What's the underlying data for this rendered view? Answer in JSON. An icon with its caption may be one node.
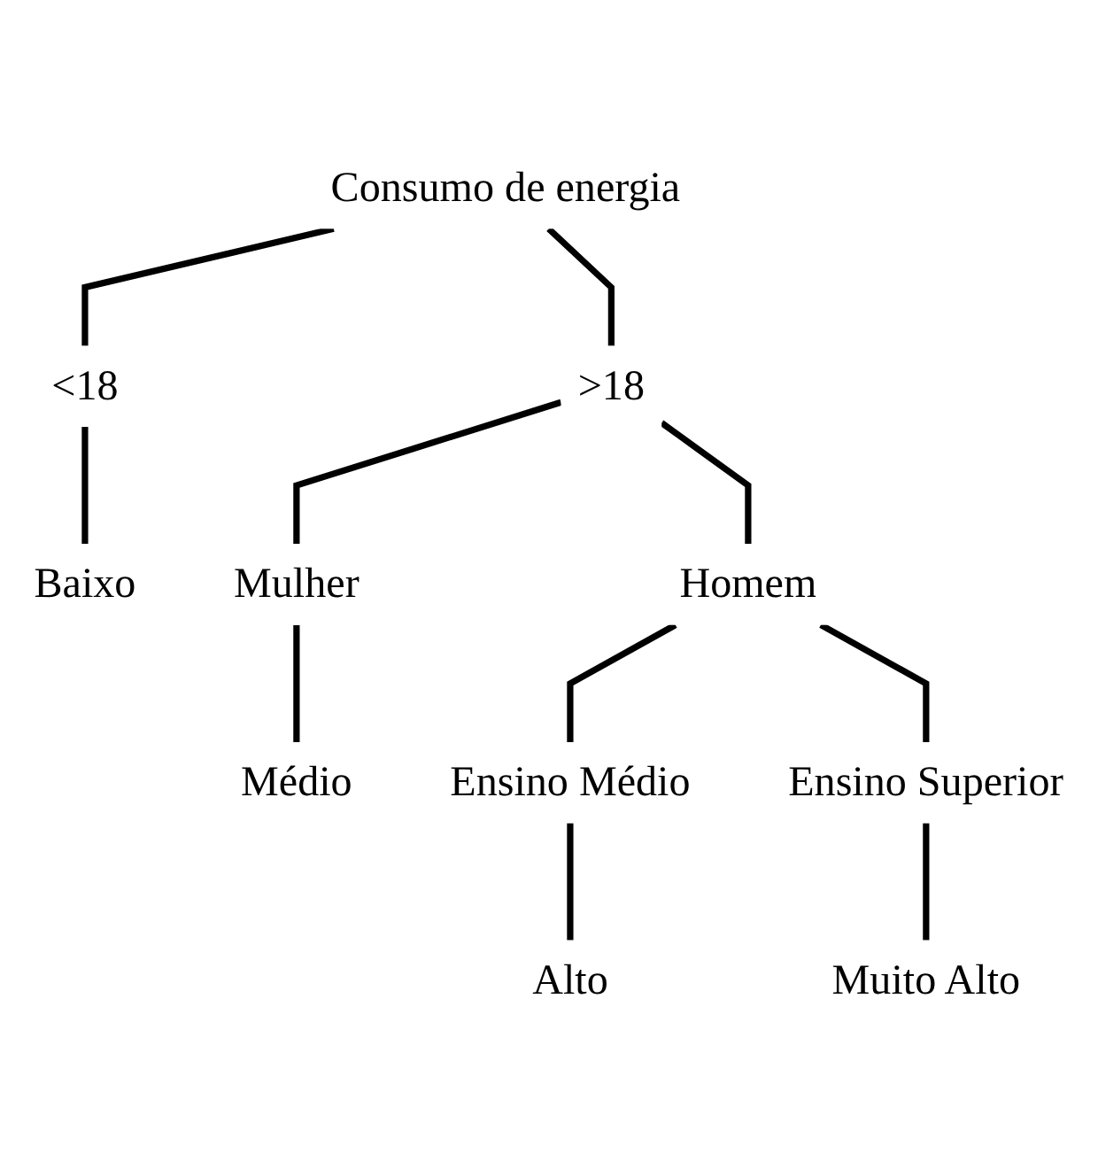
{
  "diagram": {
    "nodes": [
      {
        "text": [
          "Consumo de energia"
        ]
      },
      {
        "text": [
          "<18"
        ]
      },
      {
        "text": [
          ">18"
        ]
      },
      {
        "text": [
          "Baixo"
        ]
      },
      {
        "text": [
          "Mulher"
        ]
      },
      {
        "text": [
          "Homem"
        ]
      },
      {
        "text": [
          "Médio"
        ]
      },
      {
        "text": [
          "Ensino Médio"
        ]
      },
      {
        "text": [
          "Ensino Superior"
        ]
      },
      {
        "text": [
          "Alto"
        ]
      },
      {
        "text": [
          "Muito Alto"
        ]
      }
    ],
    "edges": [
      {
        "from": 0,
        "to": 1,
        "arrow": "none"
      },
      {
        "from": 0,
        "to": 2,
        "arrow": "none"
      },
      {
        "from": 1,
        "to": 3,
        "arrow": "none"
      },
      {
        "from": 2,
        "to": 4,
        "arrow": "none"
      },
      {
        "from": 2,
        "to": 5,
        "arrow": "none"
      },
      {
        "from": 4,
        "to": 6,
        "arrow": "none"
      },
      {
        "from": 5,
        "to": 7,
        "arrow": "none"
      },
      {
        "from": 5,
        "to": 8,
        "arrow": "none"
      },
      {
        "from": 7,
        "to": 9,
        "arrow": "none"
      },
      {
        "from": 8,
        "to": 10,
        "arrow": "none"
      }
    ]
  }
}
